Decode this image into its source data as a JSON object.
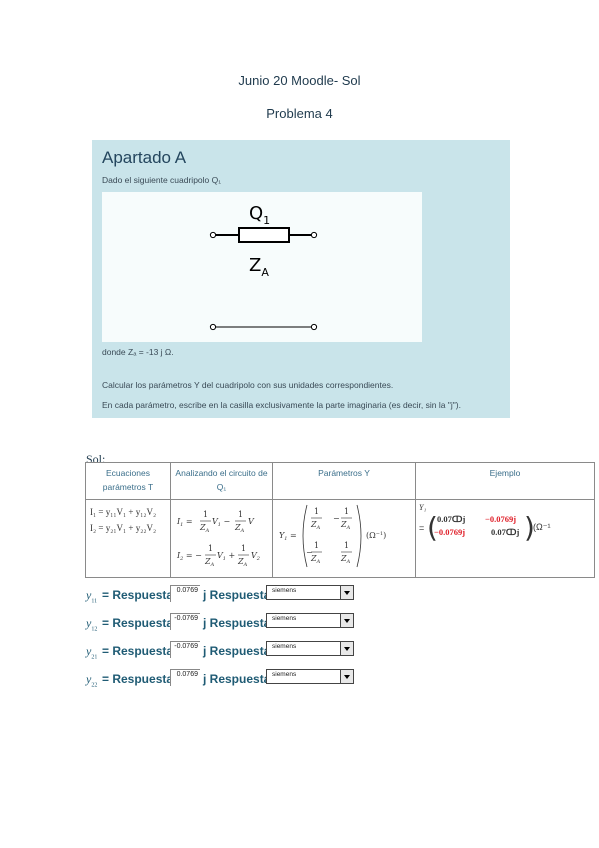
{
  "header": {
    "title": "Junio 20 Moodle- Sol",
    "subtitle": "Problema 4"
  },
  "panel": {
    "heading": "Apartado A",
    "intro": "Dado el siguiente cuadripolo Q₁",
    "circuit": {
      "q_label": "Q",
      "q_sub": "1",
      "z_label": "Z",
      "z_sub": "A"
    },
    "donde": "donde Zₐ =  -13 j Ω.",
    "calc": "Calcular los parámetros Y del cuadripolo con sus unidades correspondientes.",
    "each": "En cada parámetro, escribe en la casilla exclusivamente la parte imaginaria (es decir, sin la \"j\")."
  },
  "sol_label": "Sol:",
  "table": {
    "headers": [
      "Ecuaciones parámetros T",
      "Analizando el circuito de Q₁",
      "Parámetros Y",
      "Ejemplo"
    ],
    "eq_line1": "I₁ = y₁₁V₁  +  y₁₂V₂",
    "eq_line2": "I₂ = y₂₁V₁  +  y₂₂V₂",
    "example": {
      "y_label": "Y₁",
      "m11": "0.07ↀj",
      "m12": "−0.0769j",
      "m21": "−0.0769j",
      "m22": "0.07ↀj",
      "unit": "(Ω⁻¹"
    }
  },
  "answers": [
    {
      "sub": "11",
      "eq": "= Respuesta",
      "value": "0.0769",
      "j": "j Respuesta",
      "unit": "siemens"
    },
    {
      "sub": "12",
      "eq": "= Respuesta",
      "value": "-0.0769",
      "j": "j Respuesta",
      "unit": "siemens"
    },
    {
      "sub": "21",
      "eq": "= Respuesta",
      "value": "-0.0769",
      "j": "j Respuesta",
      "unit": "siemens"
    },
    {
      "sub": "22",
      "eq": "= Respuesta",
      "value": "0.0769",
      "j": "j Respuesta",
      "unit": "siemens"
    }
  ],
  "colors": {
    "panel_bg": "#c9e4ea",
    "title": "#1f3a4d",
    "answer_text": "#1f5b74",
    "example_red": "#e0202a"
  }
}
